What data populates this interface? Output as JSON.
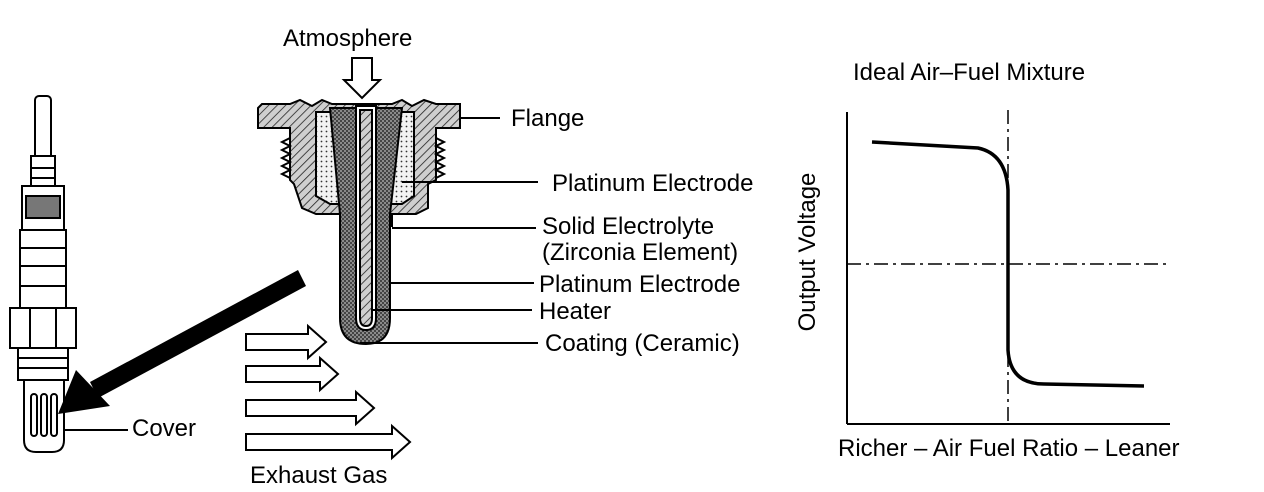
{
  "labels": {
    "atmosphere": "Atmosphere",
    "flange": "Flange",
    "platinum_electrode_top": "Platinum Electrode",
    "solid_electrolyte_line1": "Solid Electrolyte",
    "solid_electrolyte_line2": "(Zirconia Element)",
    "platinum_electrode_bottom": "Platinum Electrode",
    "heater": "Heater",
    "coating": "Coating (Ceramic)",
    "cover": "Cover",
    "exhaust_gas": "Exhaust Gas"
  },
  "graph": {
    "title": "Ideal Air–Fuel Mixture",
    "ylabel": "Output Voltage",
    "xlabel": "Richer – Air Fuel Ratio – Leaner"
  }
}
